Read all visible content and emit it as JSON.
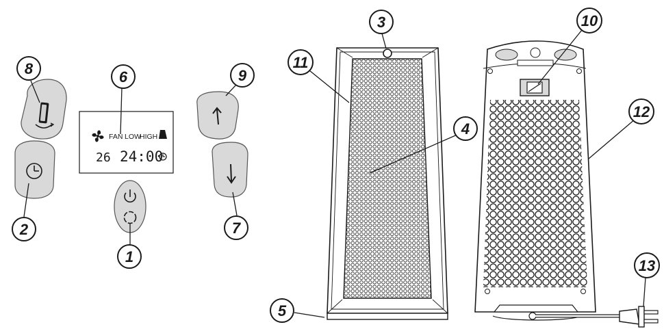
{
  "colors": {
    "ink": "#1a1a1a",
    "button_fill": "#d9d9d9",
    "grille_fill": "#ffffff",
    "background": "#ffffff"
  },
  "callouts": [
    {
      "num": "1",
      "part": "power-mode-button"
    },
    {
      "num": "2",
      "part": "timer-button"
    },
    {
      "num": "3",
      "part": "top-indicator"
    },
    {
      "num": "4",
      "part": "front-grille"
    },
    {
      "num": "5",
      "part": "base"
    },
    {
      "num": "6",
      "part": "lcd-display"
    },
    {
      "num": "7",
      "part": "down-button"
    },
    {
      "num": "8",
      "part": "oscillation-button"
    },
    {
      "num": "9",
      "part": "up-button"
    },
    {
      "num": "10",
      "part": "rear-switch"
    },
    {
      "num": "11",
      "part": "front-housing"
    },
    {
      "num": "12",
      "part": "rear-grille"
    },
    {
      "num": "13",
      "part": "power-plug"
    }
  ],
  "lcd": {
    "fan_label": "FAN",
    "low_label": "LOW",
    "high_label": "HIGH",
    "temperature": "26",
    "time": "24:00"
  },
  "icons": {
    "fan": "fan-icon",
    "heater": "heater-icon",
    "clock": "clock-icon",
    "power": "power-icon",
    "cycle": "cycle-icon",
    "up_arrow": "arrow-up-icon",
    "down_arrow": "arrow-down-icon",
    "oscillate": "oscillate-icon"
  }
}
